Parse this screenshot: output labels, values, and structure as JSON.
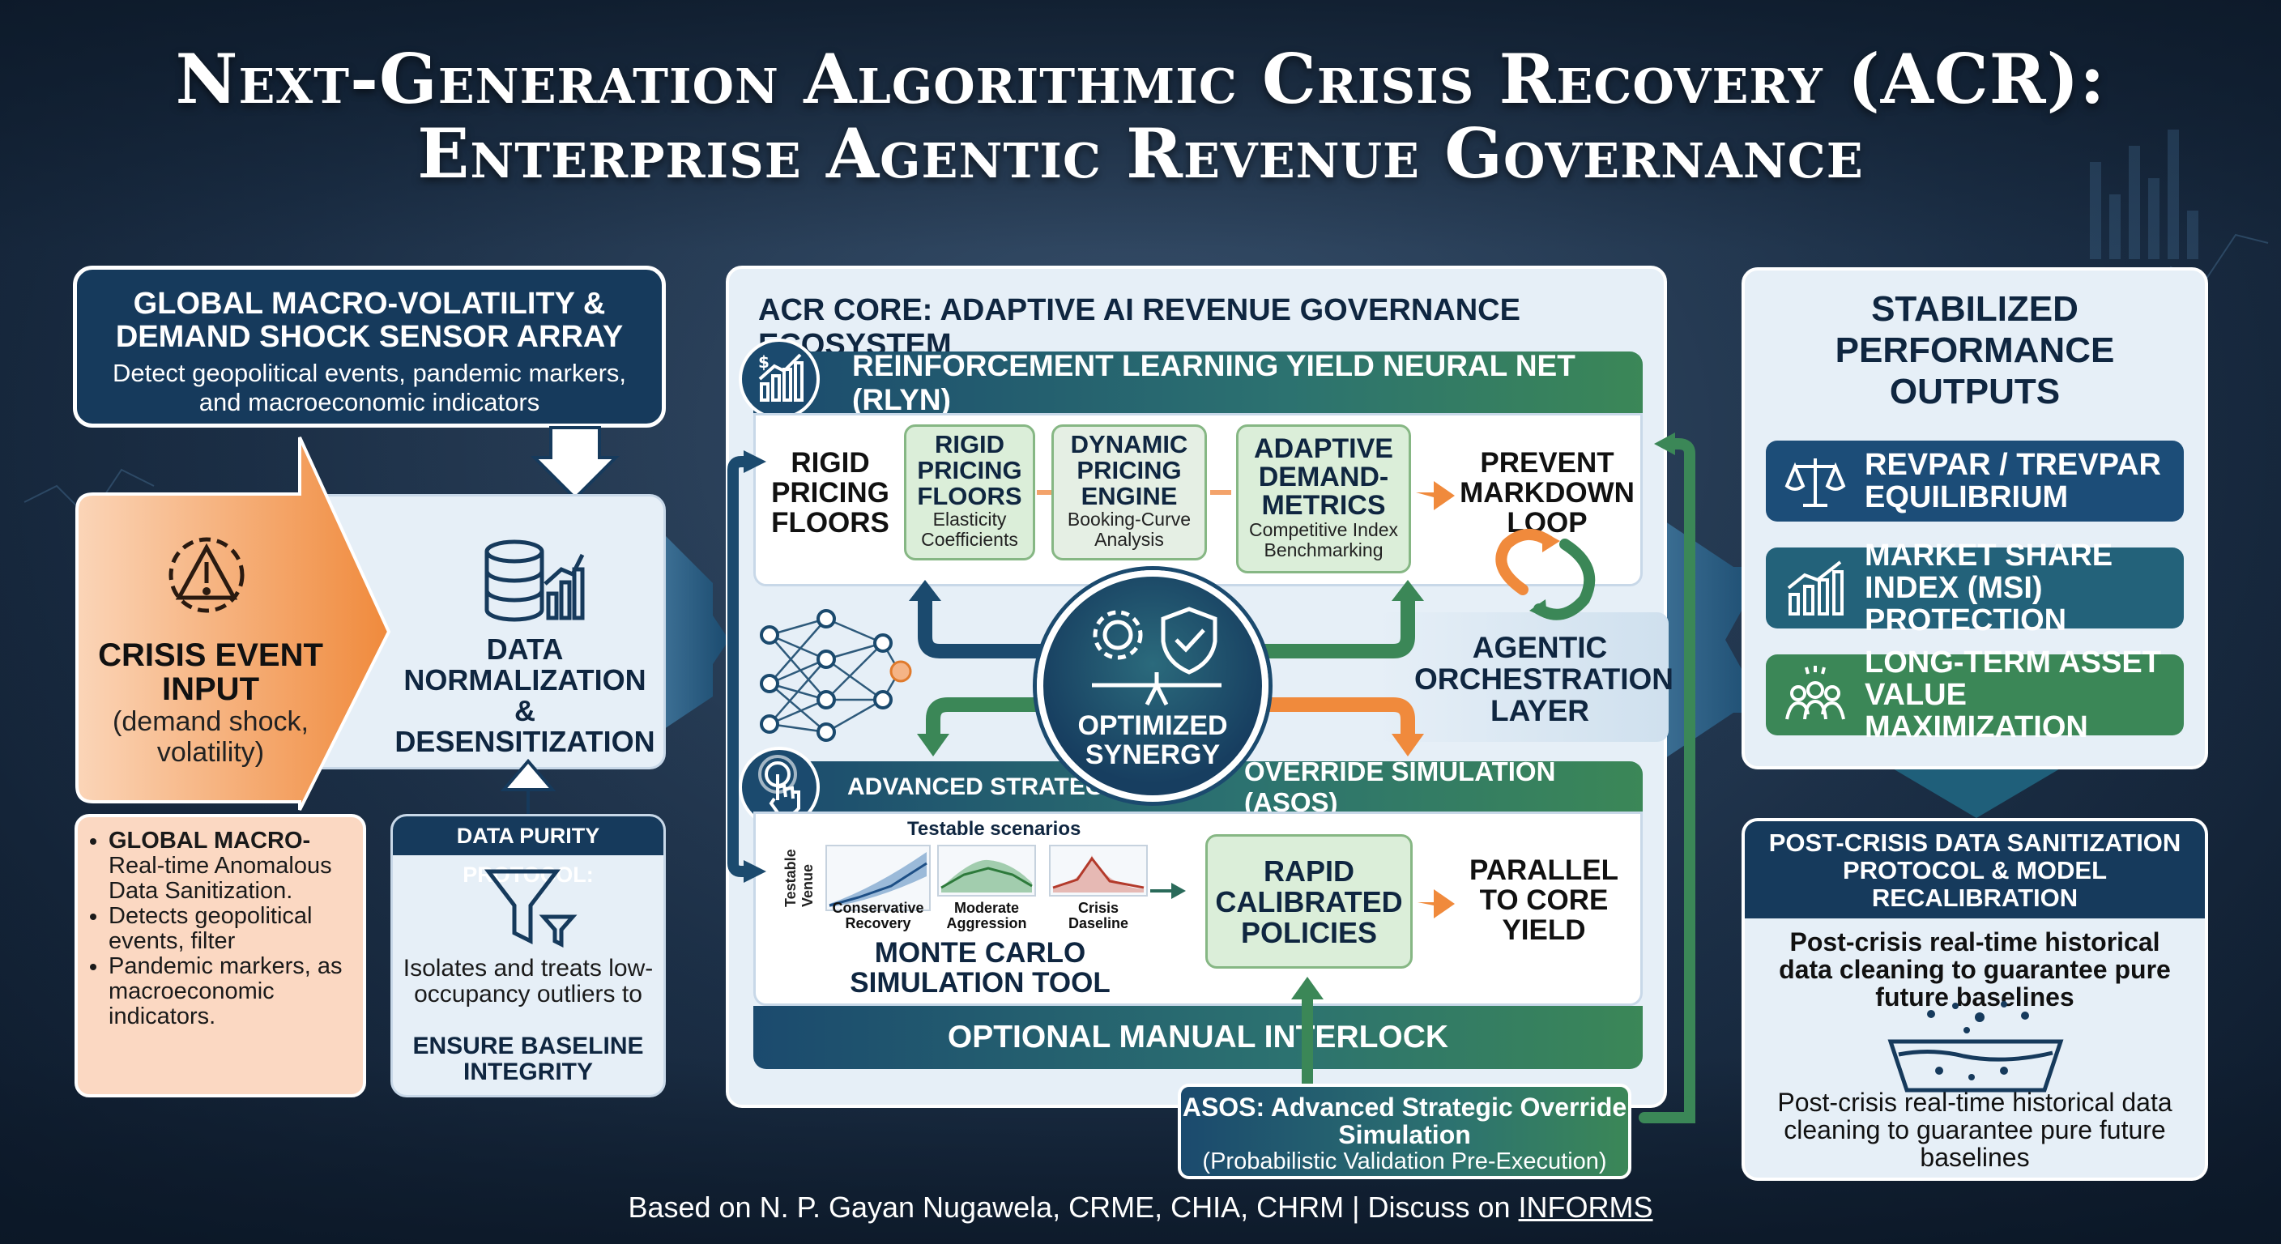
{
  "title": {
    "line1": "Next-Generation Algorithmic Crisis Recovery (ACR):",
    "line2": "Enterprise Agentic Revenue Governance"
  },
  "sensor": {
    "title": "GLOBAL MACRO-VOLATILITY & DEMAND SHOCK SENSOR ARRAY",
    "desc": "Detect geopolitical events, pandemic markers, and macroeconomic indicators"
  },
  "crisis": {
    "title": "CRISIS EVENT INPUT",
    "sub": "(demand shock, volatility)",
    "bullets": [
      {
        "head": "GLOBAL MACRO-",
        "text": "Real-time Anomalous Data Sanitization."
      },
      {
        "head": "",
        "text": "Detects geopolitical events, filter"
      },
      {
        "head": "",
        "text": "Pandemic markers, as macroeconomic indicators."
      }
    ]
  },
  "normalization": {
    "title": "DATA NORMALIZATION & DESENSITIZATION"
  },
  "purity": {
    "title": "DATA PURITY PROTOCOL:",
    "desc": "Isolates and treats low-occupancy outliers to",
    "strong": "ENSURE BASELINE INTEGRITY"
  },
  "core": {
    "title": "ACR CORE: ADAPTIVE AI REVENUE GOVERNANCE ECOSYSTEM",
    "rlyn": {
      "title": "REINFORCEMENT LEARNING YIELD NEURAL NET (RLYN)",
      "rigid": "RIGID PRICING FLOORS",
      "pill1": {
        "title": "RIGID PRICING FLOORS",
        "sub": "Elasticity Coefficients"
      },
      "pill2": {
        "title": "DYNAMIC PRICING ENGINE",
        "sub": "Booking-Curve Analysis"
      },
      "pill3": {
        "title": "ADAPTIVE DEMAND-METRICS",
        "sub": "Competitive Index Benchmarking"
      },
      "prevent": "PREVENT MARKDOWN LOOP"
    },
    "synergy": "OPTIMIZED SYNERGY",
    "agentic": "AGENTIC ORCHESTRATION LAYER",
    "asos": {
      "title_left": "ADVANCED STRATEGIC",
      "title_right": "OVERRIDE SIMULATION (ASOS)",
      "scenarios_title": "Testable scenarios",
      "y_label": "Testable Venue",
      "scenarios": [
        {
          "label": "Conservative Recovery",
          "color": "#2f6fb0"
        },
        {
          "label": "Moderate Aggression",
          "color": "#3f9a4f"
        },
        {
          "label": "Crisis Daseline",
          "color": "#cf5a4a"
        }
      ],
      "monte": "MONTE CARLO SIMULATION TOOL",
      "rapid": "RAPID CALIBRATED POLICIES",
      "parallel": "PARALLEL TO CORE YIELD"
    },
    "interlock": "OPTIONAL MANUAL INTERLOCK"
  },
  "asos_validation": {
    "title": "ASOS: Advanced Strategic Override Simulation",
    "sub": "(Probabilistic Validation Pre-Execution)"
  },
  "outputs": {
    "title": "STABILIZED PERFORMANCE OUTPUTS",
    "items": [
      {
        "label": "REVPAR / TREVPAR EQUILIBRIUM",
        "icon": "scales-icon",
        "color": "#1c4d78"
      },
      {
        "label": "MARKET SHARE INDEX (MSI) PROTECTION",
        "icon": "growth-chart-icon",
        "color": "#23627a"
      },
      {
        "label": "LONG-TERM ASSET VALUE MAXIMIZATION",
        "icon": "people-group-icon",
        "color": "#3b8757"
      }
    ]
  },
  "post": {
    "title": "POST-CRISIS DATA SANITIZATION PROTOCOL & MODEL RECALIBRATION",
    "bold": "Post-crisis real-time historical data cleaning to guarantee pure future baselines",
    "normal": "Post-crisis real-time historical data cleaning to guarantee pure future baselines"
  },
  "footer": {
    "text": "Based on N. P. Gayan Nugawela, CRME, CHIA, CHRM | Discuss on ",
    "link": "INFORMS"
  },
  "colors": {
    "navy": "#163a5c",
    "teal": "#1f5f7a",
    "green": "#3b8757",
    "orange": "#f08a3c",
    "light_panel": "#e6eff7"
  }
}
